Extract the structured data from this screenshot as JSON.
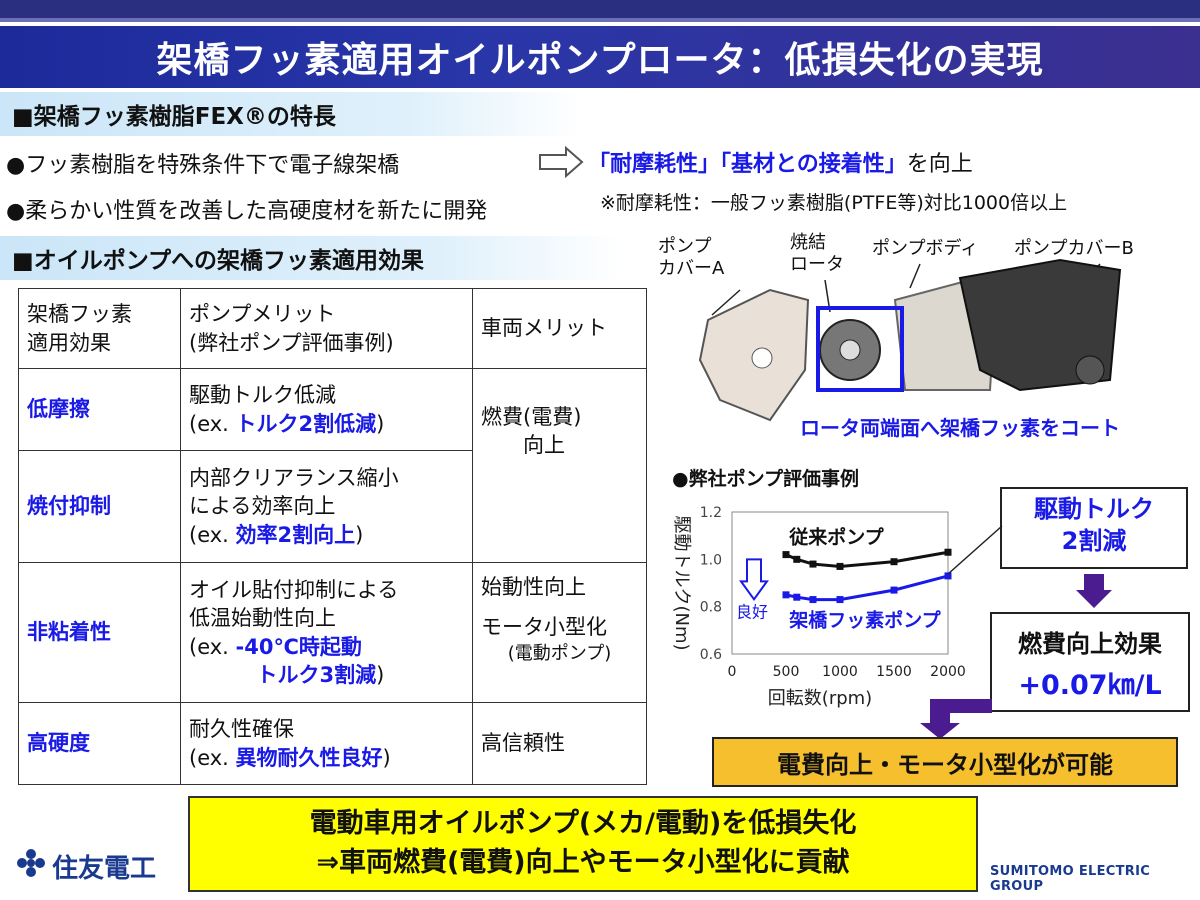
{
  "title": "架橋フッ素適用オイルポンプロータ：低損失化の実現",
  "section1": {
    "heading": "■架橋フッ素樹脂FEX®の特長",
    "bullets": [
      "●フッ素樹脂を特殊条件下で電子線架橋",
      "●柔らかい性質を改善した高硬度材を新たに開発"
    ],
    "result_pre": "「耐摩耗性」「基材との接着性」",
    "result_post": "を向上",
    "note": "※耐摩耗性：一般フッ素樹脂(PTFE等)対比1000倍以上"
  },
  "section2": {
    "heading": "■オイルポンプへの架橋フッ素適用効果",
    "table": {
      "headers": [
        "架橋フッ素\n適用効果",
        "ポンプメリット\n(弊社ポンプ評価事例)",
        "車両メリット"
      ],
      "rows": [
        {
          "effect": "低摩擦",
          "line1": "駆動トルク低減",
          "ex_pre": "(ex. ",
          "ex_hl": "トルク2割低減",
          "ex_post": ")"
        },
        {
          "effect": "焼付抑制",
          "line1": "内部クリアランス縮小\nによる効率向上",
          "ex_pre": "(ex. ",
          "ex_hl": "効率2割向上",
          "ex_post": ")"
        },
        {
          "effect": "非粘着性",
          "line1": "オイル貼付抑制による\n低温始動性向上",
          "ex_pre": "(ex. ",
          "ex_hl": "-40℃時起動\n　トルク3割減",
          "ex_post": ")"
        },
        {
          "effect": "高硬度",
          "line1": "耐久性確保",
          "ex_pre": "(ex. ",
          "ex_hl": "異物耐久性良好",
          "ex_post": ")"
        }
      ],
      "vehicle": {
        "fuel": "燃費(電費)\n　　向上",
        "start": "始動性向上",
        "motor": "モータ小型化",
        "motor_sub": "(電動ポンプ)",
        "reliability": "高信頼性"
      }
    }
  },
  "figure": {
    "labels": {
      "cover_a": "ポンプ\nカバーA",
      "rotor": "焼結\nロータ",
      "body": "ポンプボディ",
      "cover_b": "ポンプカバーB"
    },
    "caption": "ロータ両端面へ架橋フッ素をコート"
  },
  "chart_heading": "●弊社ポンプ評価事例",
  "chart_data": {
    "type": "line",
    "xlabel": "回転数(rpm)",
    "ylabel": "駆動トルク(Nm)",
    "xlim": [
      0,
      2000
    ],
    "ylim": [
      0.6,
      1.2
    ],
    "xticks": [
      "0",
      "500",
      "1000",
      "1500",
      "2000"
    ],
    "yticks": [
      "0.6",
      "0.8",
      "1.0",
      "1.2"
    ],
    "series": [
      {
        "name": "従来ポンプ",
        "color": "#111111",
        "x": [
          500,
          600,
          750,
          1000,
          1500,
          2000
        ],
        "y": [
          1.02,
          1.0,
          0.98,
          0.97,
          0.99,
          1.03
        ]
      },
      {
        "name": "架橋フッ素ポンプ",
        "color": "#1a1ae6",
        "x": [
          500,
          600,
          750,
          1000,
          1500,
          2000
        ],
        "y": [
          0.85,
          0.84,
          0.83,
          0.83,
          0.87,
          0.93
        ]
      }
    ],
    "annotation": "良好"
  },
  "callouts": {
    "torque": "駆動トルク\n2割減",
    "fuel_title": "燃費向上効果",
    "fuel_value": "+0.07㎞/L",
    "result": "電費向上・モータ小型化が可能"
  },
  "conclusion": [
    "電動車用オイルポンプ(メカ/電動)を低損失化",
    "⇒車両燃費(電費)向上やモータ小型化に貢献"
  ],
  "footer": {
    "logo": "住友電工",
    "group": "SUMITOMO ELECTRIC GROUP"
  }
}
